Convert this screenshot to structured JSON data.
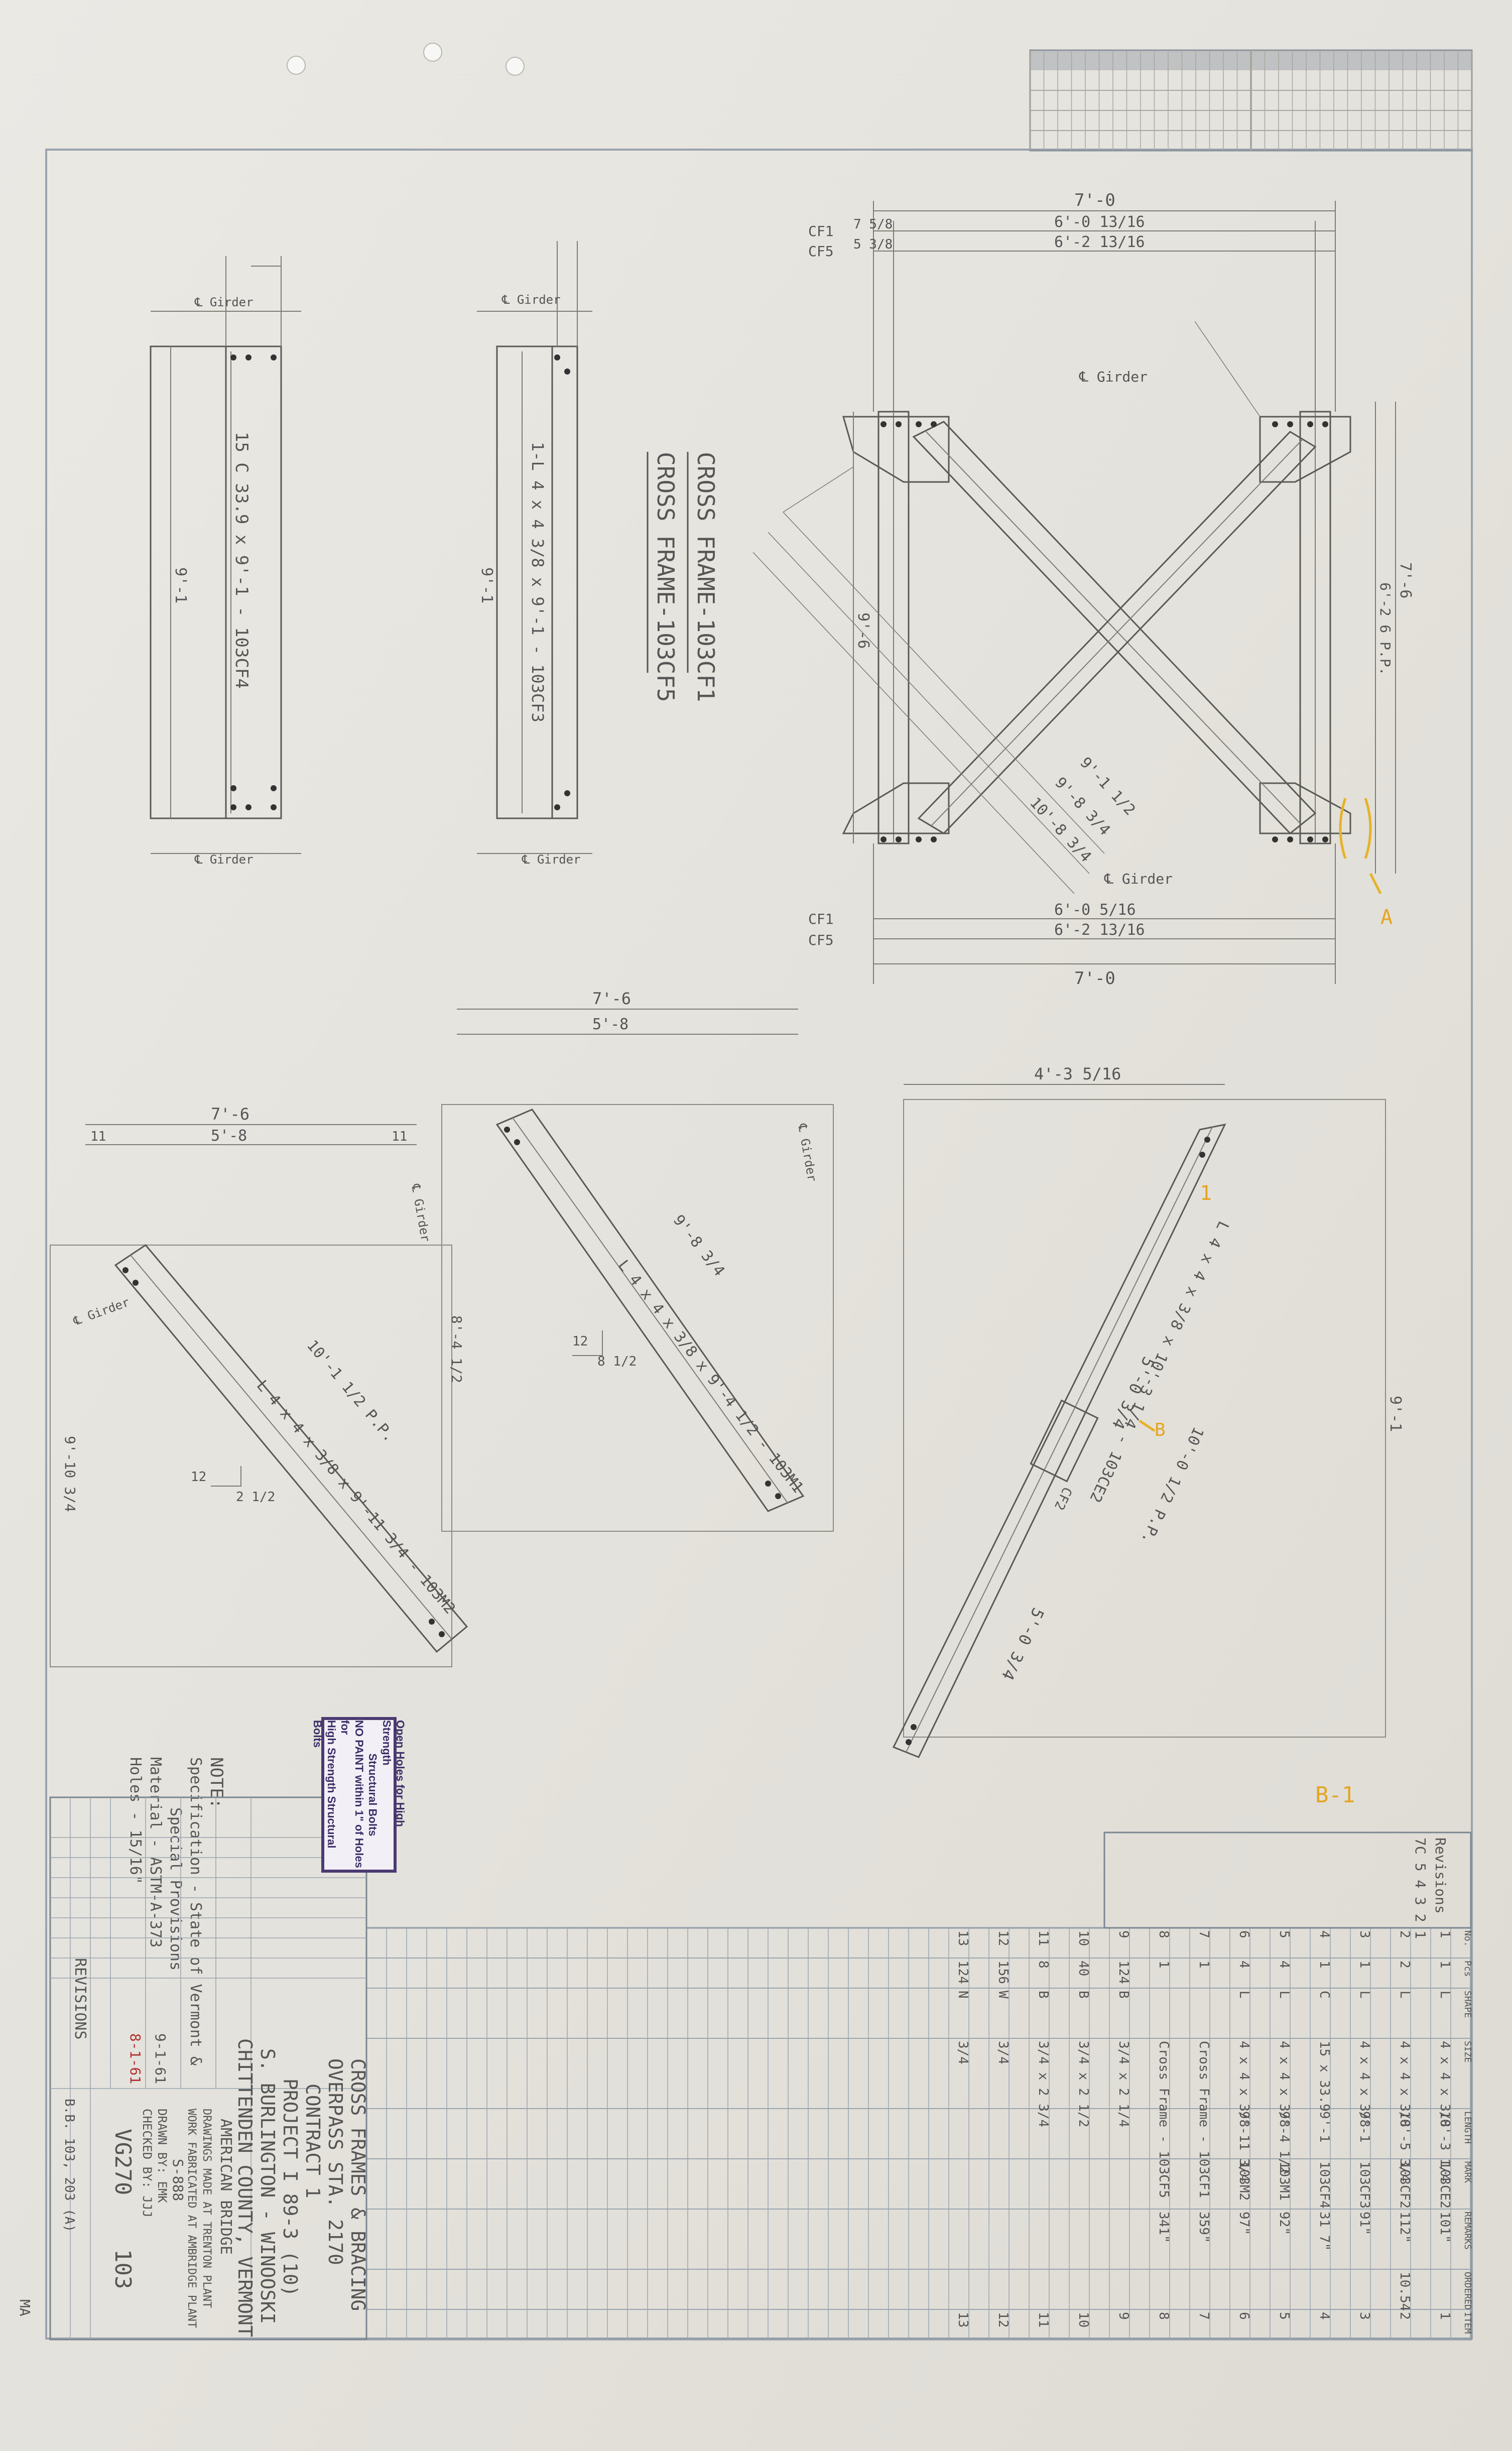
{
  "stamp": {
    "lines": [
      "Open Holes for High Strength",
      "Structural Bolts",
      "NO PAINT within 1\" of Holes for",
      "High Strength Structural Bolts"
    ]
  },
  "drawing": {
    "title_main": "CROSS FRAME-103CF1",
    "title_sub": "CROSS FRAME-103CF5",
    "girder_label": "℄ Girder",
    "dims": {
      "top_7_0": "7'-0",
      "cf1_left": "7 5/8",
      "cf5_left": "5 3/8",
      "cf1_mid": "6'-0 13/16",
      "cf5_mid": "6'-2 13/16",
      "bottom_7_0": "7'-0",
      "cf1_bot": "6'-0 5/16",
      "cf5_bot": "6'-2 13/16",
      "right_7_6": "7'-6",
      "right_626": "6'-2 6 P.P.",
      "left_96": "9'-6",
      "cf1_label": "CF1",
      "cf5_label": "CF5",
      "v9_1": "9'-1",
      "v9_1b": "9'-1",
      "member1": "15 C 33.9 x 9'-1 - 103CF4",
      "member2": "1-L 4 x 4 3/8 x 9'-1 - 103CF3",
      "d7_6a": "7'-6",
      "d5_8a": "5'-8",
      "d11": "11",
      "d7_6b": "7'-6",
      "d5_8b": "5'-8",
      "d4_3": "4'-3 5/16",
      "d9_1c": "9'-1",
      "d8_4": "8'-4 1/2",
      "d9_10": "9'-10 3/4",
      "d5_0a": "5'-0 3/4",
      "d5_0b": "5'-0 3/4",
      "d10_0": "10'-0 1/2 P.P.",
      "m103m2": "L 4 x 4 x 3/8 x 9'-11 3/4 - 103M2",
      "m103m1": "L 4 x 4 x 3/8 x 9'-4 1/2 - 103M1",
      "m103ce": "L 4 x 4 x 3/8 x 10'-3 1/4 - 103CE2",
      "d10_1": "10'-1 1/2 P.P.",
      "d9_1half": "9'-1 1/2",
      "d9_8": "9'-8 3/4",
      "d10_8": "10'-8 3/4",
      "slope12": "12",
      "slope_a": "2 1/2",
      "slope_b": "8 1/2",
      "annot_a": "A",
      "annot_b": "B",
      "annot_ba": "B-1",
      "annot_1": "1",
      "cf2": "CF2"
    }
  },
  "notes": {
    "heading": "NOTE:",
    "line1": "Specification - State of Vermont &",
    "line2": "Special Provisions",
    "line3": "Material - ASTM-A-373",
    "line4": "Holes - 15/16\""
  },
  "title_block": {
    "l1": "CROSS FRAMES & BRACING",
    "l2": "OVERPASS STA. 2170",
    "l3": "CONTRACT 1",
    "l4": "PROJECT I 89-3 (10)",
    "l5": "S. BURLINGTON - WINOOSKI",
    "l6": "CHITTENDEN COUNTY, VERMONT",
    "company": "AMERICAN BRIDGE",
    "plant": "DRAWINGS MADE AT TRENTON PLANT",
    "fab": "WORK FABRICATED AT AMBRIDGE PLANT",
    "contract_no": "S-888",
    "drawn": "DRAWN BY: EMK",
    "checked": "CHECKED BY: JJJ",
    "order_no": "VG270",
    "sheet_no": "103",
    "date1": "8-1-61",
    "date2": "9-1-61",
    "revisions": "REVISIONS",
    "ref": "B.B. 103, 203 (A)",
    "corner": "MA"
  },
  "bill": {
    "revisions_header": "Revisions",
    "rev_nums": "7C 5 4 3 2 1",
    "columns": [
      "No.",
      "Pcs",
      "SHAPE",
      "SIZE",
      "LENGTH",
      "MARK",
      "REMARKS",
      "ORDERED",
      "ITEM"
    ],
    "rows": [
      [
        "1",
        "1",
        "L",
        "4 x 4 x 3/8",
        "10'-3 1/4",
        "103CE2",
        "101\"",
        "",
        "1"
      ],
      [
        "2",
        "2",
        "L",
        "4 x 4 x 3/8",
        "10'-5 3/4",
        "103CF2",
        "112\"",
        "10.54",
        "2"
      ],
      [
        "3",
        "1",
        "L",
        "4 x 4 x 3/8",
        "9'-1",
        "103CF3",
        "91\"",
        "",
        "3"
      ],
      [
        "4",
        "1",
        "C",
        "15 x 33.9",
        "9'-1",
        "103CF4",
        "31 7\"",
        "",
        "4"
      ],
      [
        "5",
        "4",
        "L",
        "4 x 4 x 3/8",
        "9'-4 1/2",
        "103M1",
        "92\"",
        "",
        "5"
      ],
      [
        "6",
        "4",
        "L",
        "4 x 4 x 3/8",
        "9'-11 3/4",
        "103M2",
        "97\"",
        "",
        "6"
      ],
      [
        "7",
        "1",
        "",
        "Cross Frame - 103CF1",
        "",
        "",
        "359\"",
        "",
        "7"
      ],
      [
        "8",
        "1",
        "",
        "Cross Frame - 103CF5",
        "",
        "",
        "341\"",
        "",
        "8"
      ],
      [
        "9",
        "124",
        "B",
        "3/4 x 2 1/4",
        "",
        "",
        "",
        "",
        "9"
      ],
      [
        "10",
        "40",
        "B",
        "3/4 x 2 1/2",
        "",
        "",
        "",
        "",
        "10"
      ],
      [
        "11",
        "8",
        "B",
        "3/4 x 2 3/4",
        "",
        "",
        "",
        "",
        "11"
      ],
      [
        "12",
        "156",
        "W",
        "3/4",
        "",
        "",
        "",
        "",
        "12"
      ],
      [
        "13",
        "124",
        "N",
        "3/4",
        "",
        "",
        "",
        "",
        "13"
      ]
    ]
  }
}
